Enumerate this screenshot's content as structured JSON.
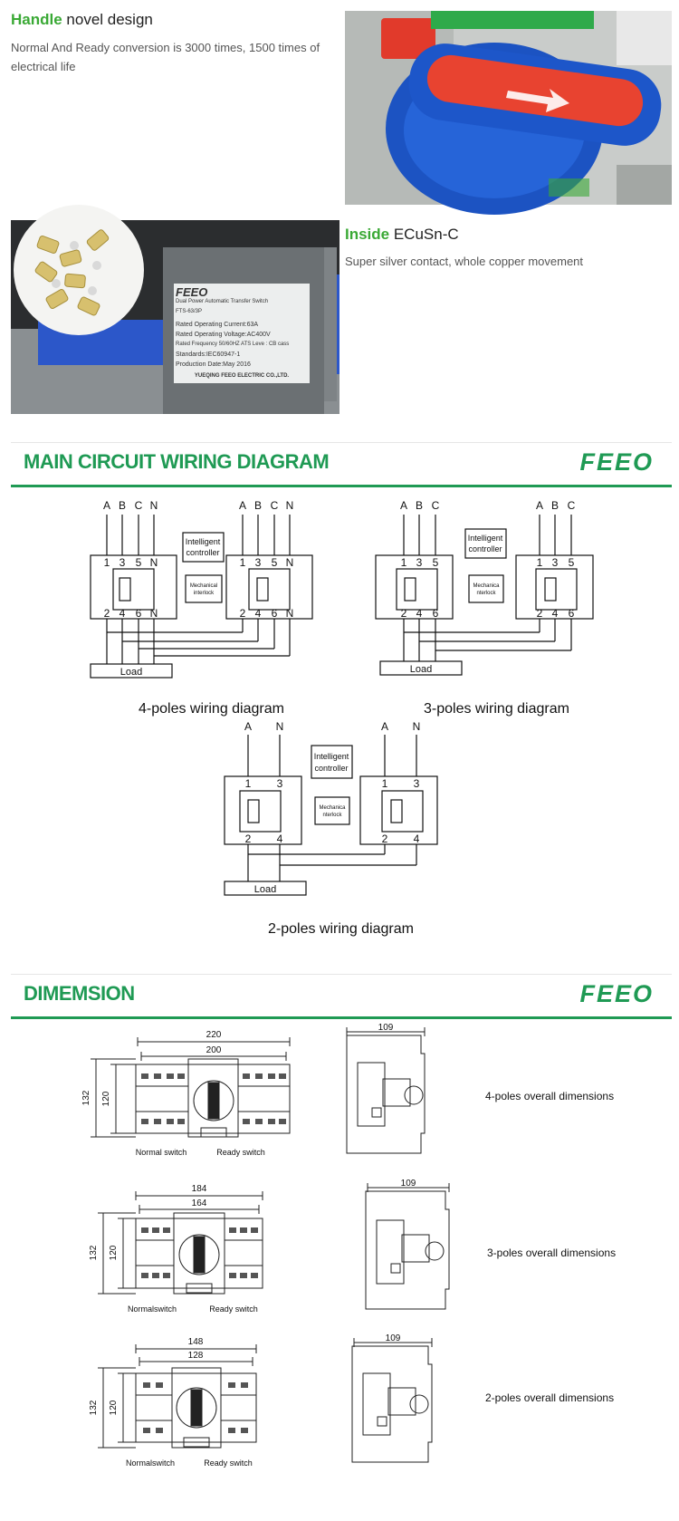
{
  "features": [
    {
      "highlight": "Handle",
      "rest": " novel design",
      "desc": "Normal And Ready conversion is 3000 times, 1500 times of electrical life"
    },
    {
      "highlight": "Inside",
      "rest": " ECuSn-C",
      "desc": "Super silver contact, whole copper movement"
    }
  ],
  "label_plate": {
    "brand": "FEEO",
    "product": "Dual Power Automatic Transfer Switch",
    "model": "FTS-63/3P",
    "lines": [
      "Rated Operating Current:63A",
      "Rated Operating Voltage:AC400V",
      "Rated Frequency 50/60HZ  ATS Leve : CB cass",
      "Standards:IEC60947-1",
      "Production Date:May 2016"
    ],
    "maker": "YUEQING FEEO ELECTRIC CO.,LTD."
  },
  "sections": {
    "wiring_title": "MAIN CIRCUIT WIRING DIAGRAM",
    "dimension_title": "DIMEMSION",
    "logo": "FEEO"
  },
  "wiring": {
    "controller_line1": "Intelligent",
    "controller_line2": "controller",
    "interlock_line1": "Mechanical",
    "interlock_line2": "interlock",
    "interlock_alt_line1": "Mechanica",
    "interlock_alt_line2": "nterlock",
    "load": "Load",
    "phase_a": "A",
    "phase_b": "B",
    "phase_c": "C",
    "phase_n": "N",
    "t1": "1",
    "t2": "2",
    "t3": "3",
    "t4": "4",
    "t5": "5",
    "t6": "6",
    "caption_4p": "4-poles wiring diagram",
    "caption_3p": "3-poles wiring diagram",
    "caption_2p": "2-poles wiring diagram"
  },
  "dimensions": {
    "normal_switch": "Normal switch",
    "normal_switch_alt": "Normalswitch",
    "ready_switch": "Ready switch",
    "height_outer": "132",
    "height_inner": "120",
    "depth": "109",
    "rows": [
      {
        "outer": "220",
        "inner": "200",
        "label": "4-poles overall dimensions"
      },
      {
        "outer": "184",
        "inner": "164",
        "label": "3-poles overall dimensions"
      },
      {
        "outer": "148",
        "inner": "128",
        "label": "2-poles overall dimensions"
      }
    ]
  }
}
